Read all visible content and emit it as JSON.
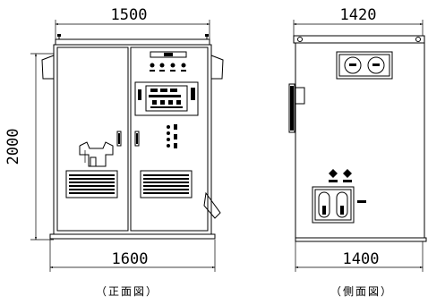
{
  "front_view": {
    "top_width": "1500",
    "bottom_width": "1600",
    "height": "2000",
    "caption": "（正面図）"
  },
  "side_view": {
    "top_width": "1420",
    "bottom_width": "1400",
    "caption": "（側面図）"
  }
}
